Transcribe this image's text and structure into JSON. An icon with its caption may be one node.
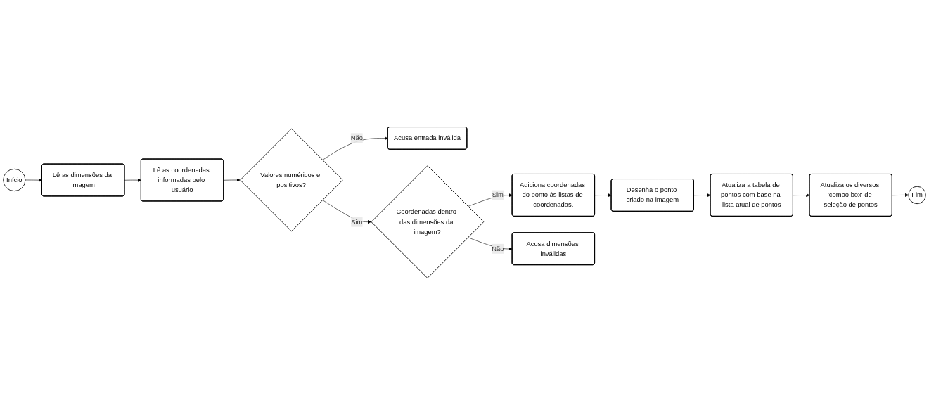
{
  "diagram": {
    "nodes": [
      {
        "text": [
          "Início"
        ]
      },
      {
        "text": [
          "Lê as dimensões da imagem"
        ]
      },
      {
        "text": [
          "Lê as coordenadas informadas pelo usuário"
        ]
      },
      {
        "text": [
          "Valores numéricos e positivos?"
        ]
      },
      {
        "text": [
          "Acusa entrada inválida"
        ]
      },
      {
        "text": [
          "Desenha o ponto criado na imagem"
        ]
      },
      {
        "text": [
          "Adiciona coordenadas do ponto às listas de coordenadas."
        ]
      },
      {
        "text": [
          "Coordenadas dentro das dimensões da imagem?"
        ]
      },
      {
        "text": [
          "Acusa dimensões inválidas"
        ]
      },
      {
        "text": [
          "Atualiza a tabela de pontos com base na lista atual de pontos"
        ]
      },
      {
        "text": [
          "Atualiza os diversos 'combo box' de seleção de pontos"
        ]
      },
      {
        "text": [
          "Fim"
        ]
      }
    ],
    "edges": [
      {
        "from": 0,
        "to": 1,
        "arrow": "to"
      },
      {
        "from": 1,
        "to": 2,
        "arrow": "to"
      },
      {
        "from": 2,
        "to": 3,
        "arrow": "to"
      },
      {
        "from": 3,
        "to": 4,
        "label": "Não",
        "arrow": "to"
      },
      {
        "from": 3,
        "to": 7,
        "label": "Sim",
        "arrow": "to"
      },
      {
        "from": 7,
        "to": 8,
        "label": "Não",
        "arrow": "to"
      },
      {
        "from": 7,
        "to": 6,
        "label": "Sim",
        "arrow": "to"
      },
      {
        "from": 6,
        "to": 5,
        "arrow": "to"
      },
      {
        "from": 5,
        "to": 9,
        "arrow": "to"
      },
      {
        "from": 9,
        "to": 10,
        "arrow": "to"
      },
      {
        "from": 10,
        "to": 11,
        "arrow": "to"
      }
    ]
  }
}
